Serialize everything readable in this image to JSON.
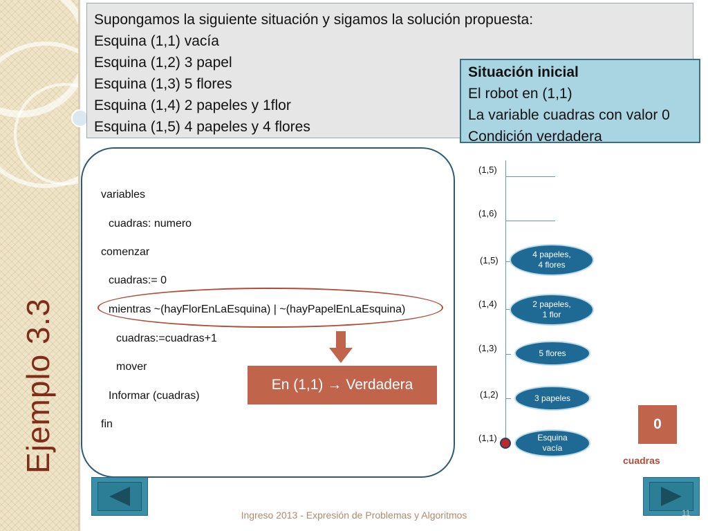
{
  "slide": {
    "vertical_title": "Ejemplo 3.3",
    "footer": "Ingreso 2013 - Expresión de Problemas y Algoritmos",
    "page_number": "11"
  },
  "intro": {
    "lines": [
      "Supongamos la siguiente situación y sigamos la solución propuesta:",
      "Esquina (1,1) vacía",
      "Esquina (1,2) 3 papel",
      "Esquina (1,3) 5 flores",
      "Esquina (1,4) 2 papeles y 1flor",
      "Esquina (1,5) 4 papeles y 4 flores"
    ]
  },
  "initial_state": {
    "heading": "Situación inicial",
    "lines": [
      "El robot en (1,1)",
      "La variable cuadras con valor 0",
      "Condición verdadera"
    ]
  },
  "code": {
    "lines": [
      "variables",
      "cuadras: numero",
      "comenzar",
      "cuadras:= 0",
      "mientras ~(hayFlorEnLaEsquina) |  ~(hayPapelEnLaEsquina)",
      "cuadras:=cuadras+1",
      "mover",
      "Informar (cuadras)",
      "fin"
    ]
  },
  "evaluation": {
    "prefix": "En (1,1)",
    "arrow": "→",
    "result": "Verdadera"
  },
  "street": {
    "corner_labels": [
      "(1,5)",
      "(1,6)",
      "(1,5)",
      "(1,4)",
      "(1,3)",
      "(1,2)",
      "(1,1)"
    ],
    "corners": {
      "c15": [
        "4 papeles,",
        "4 flores"
      ],
      "c14": [
        "2 papeles,",
        "1 flor"
      ],
      "c13": [
        "5 flores"
      ],
      "c12": [
        "3 papeles"
      ],
      "c11": [
        "Esquina",
        "vacía"
      ]
    }
  },
  "counter": {
    "value": "0",
    "label": "cuadras"
  },
  "colors": {
    "accent": "#c0644b",
    "corner_fill": "#1f6a95",
    "info_box": "#a9d5e3",
    "title": "#7f2d1a"
  },
  "icons": {
    "prev": "triangle-left-icon",
    "next": "triangle-right-icon",
    "down": "down-arrow-icon",
    "robot": "robot-dot-icon"
  }
}
